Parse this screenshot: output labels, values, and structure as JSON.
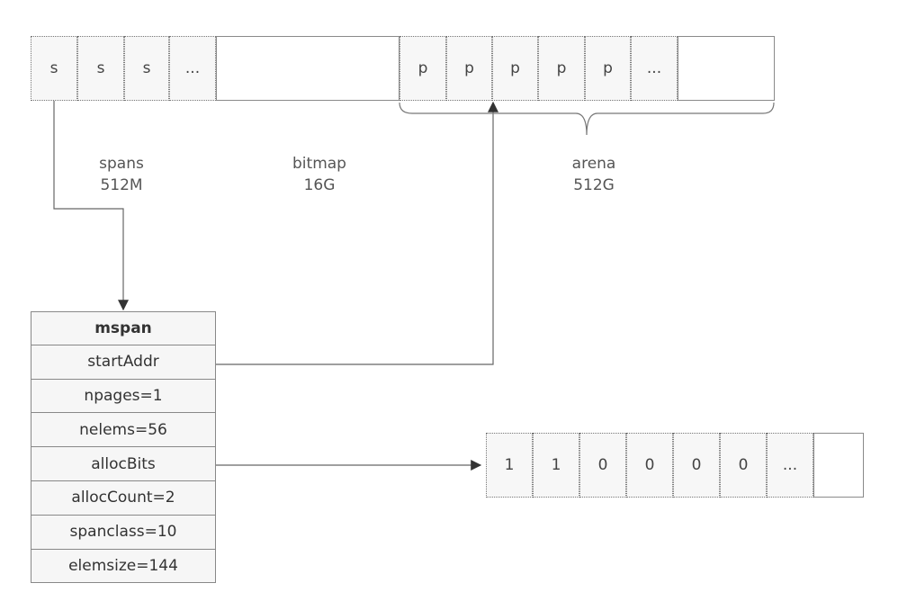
{
  "spans_cells": [
    "s",
    "s",
    "s",
    "..."
  ],
  "arena_cells": [
    "p",
    "p",
    "p",
    "p",
    "p",
    "..."
  ],
  "labels": {
    "spans": "spans",
    "spans_size": "512M",
    "bitmap": "bitmap",
    "bitmap_size": "16G",
    "arena": "arena",
    "arena_size": "512G"
  },
  "mspan": {
    "title": "mspan",
    "fields": [
      "startAddr",
      "npages=1",
      "nelems=56",
      "allocBits",
      "allocCount=2",
      "spanclass=10",
      "elemsize=144"
    ]
  },
  "alloc_bits": [
    "1",
    "1",
    "0",
    "0",
    "0",
    "0",
    "..."
  ]
}
